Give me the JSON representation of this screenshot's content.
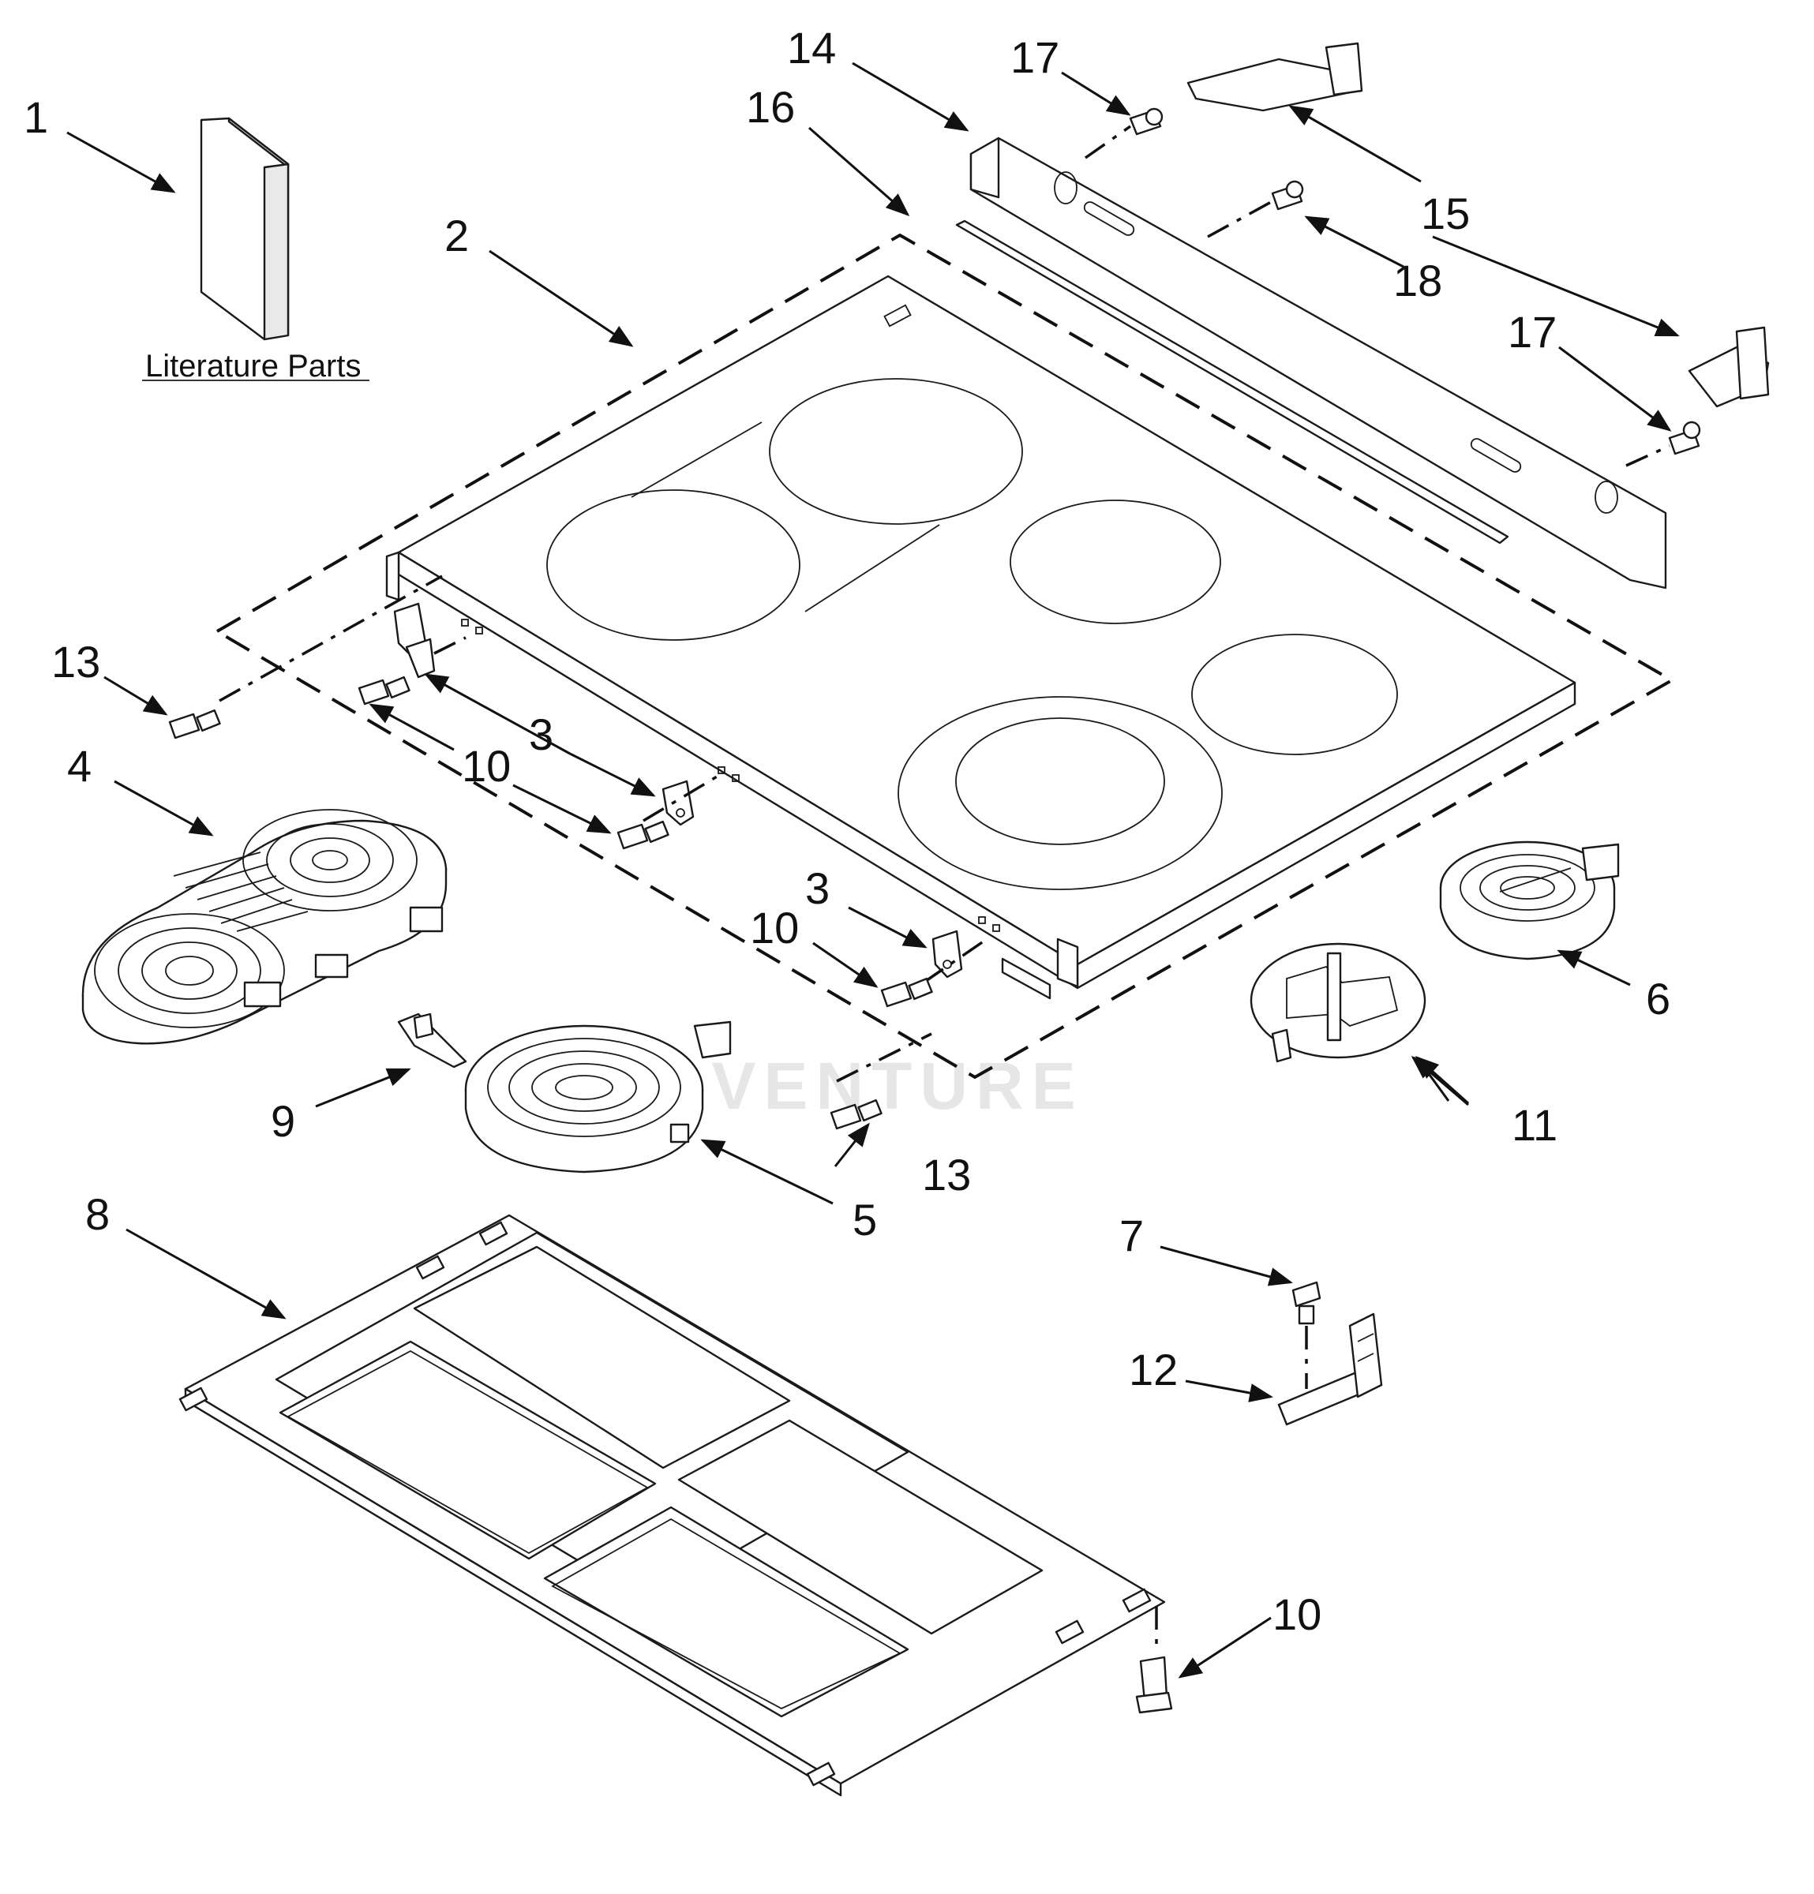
{
  "diagram": {
    "callouts": [
      {
        "id": "c1",
        "text": "1"
      },
      {
        "id": "c2",
        "text": "2"
      },
      {
        "id": "c3a",
        "text": "3"
      },
      {
        "id": "c3b",
        "text": "3"
      },
      {
        "id": "c4",
        "text": "4"
      },
      {
        "id": "c5",
        "text": "5"
      },
      {
        "id": "c6",
        "text": "6"
      },
      {
        "id": "c7",
        "text": "7"
      },
      {
        "id": "c8",
        "text": "8"
      },
      {
        "id": "c9",
        "text": "9"
      },
      {
        "id": "c10a",
        "text": "10"
      },
      {
        "id": "c10b",
        "text": "10"
      },
      {
        "id": "c10c",
        "text": "10"
      },
      {
        "id": "c11",
        "text": "11"
      },
      {
        "id": "c12",
        "text": "12"
      },
      {
        "id": "c13a",
        "text": "13"
      },
      {
        "id": "c13b",
        "text": "13"
      },
      {
        "id": "c14",
        "text": "14"
      },
      {
        "id": "c15",
        "text": "15"
      },
      {
        "id": "c16",
        "text": "16"
      },
      {
        "id": "c17a",
        "text": "17"
      },
      {
        "id": "c17b",
        "text": "17"
      },
      {
        "id": "c18",
        "text": "18"
      }
    ],
    "literature_label": "Literature Parts",
    "watermark": "ADVENTURE"
  }
}
